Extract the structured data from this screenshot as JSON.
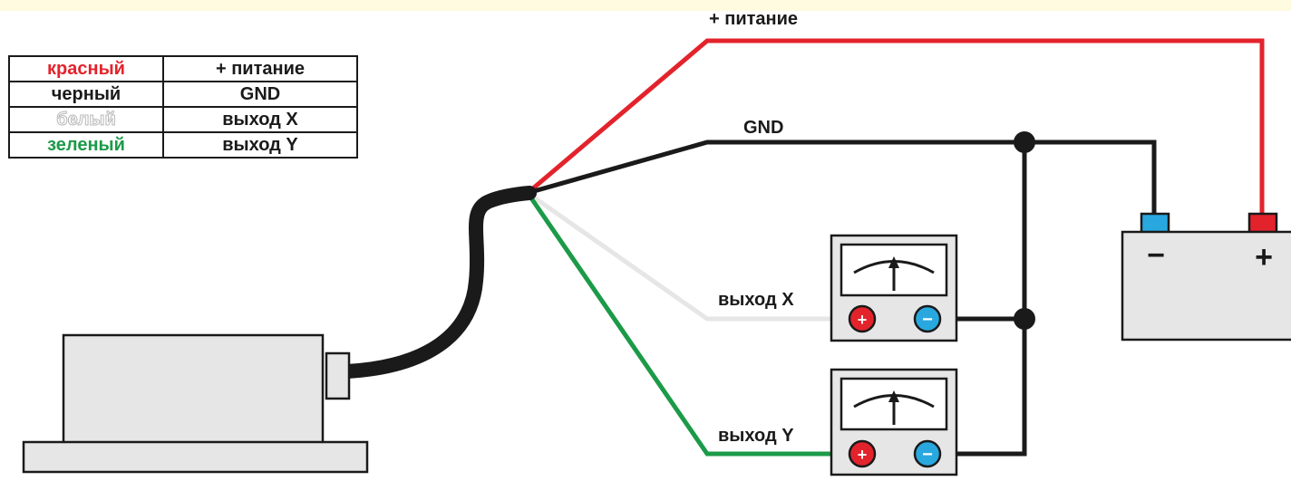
{
  "legend": {
    "rows": [
      {
        "color_name": "красный",
        "function": "+ питание",
        "color": "#e3232c"
      },
      {
        "color_name": "черный",
        "function": "GND",
        "color": "#1a1a1a"
      },
      {
        "color_name": "белый",
        "function": "выход X",
        "color": "#ffffff"
      },
      {
        "color_name": "зеленый",
        "function": "выход Y",
        "color": "#1c9a48"
      }
    ]
  },
  "wires": {
    "power_label": "+ питание",
    "gnd_label": "GND",
    "out_x_label": "выход X",
    "out_y_label": "выход Y"
  },
  "meters": {
    "plus_symbol": "+",
    "minus_symbol": "−"
  },
  "battery": {
    "minus_symbol": "−",
    "plus_symbol": "+"
  },
  "colors": {
    "red_wire": "#e3232c",
    "black_wire": "#1a1a1a",
    "white_wire": "#e6e6e6",
    "green_wire": "#1c9a48",
    "terminal_negative": "#29a8e0",
    "terminal_positive": "#e3232c",
    "device_body": "#e6e6e6"
  }
}
